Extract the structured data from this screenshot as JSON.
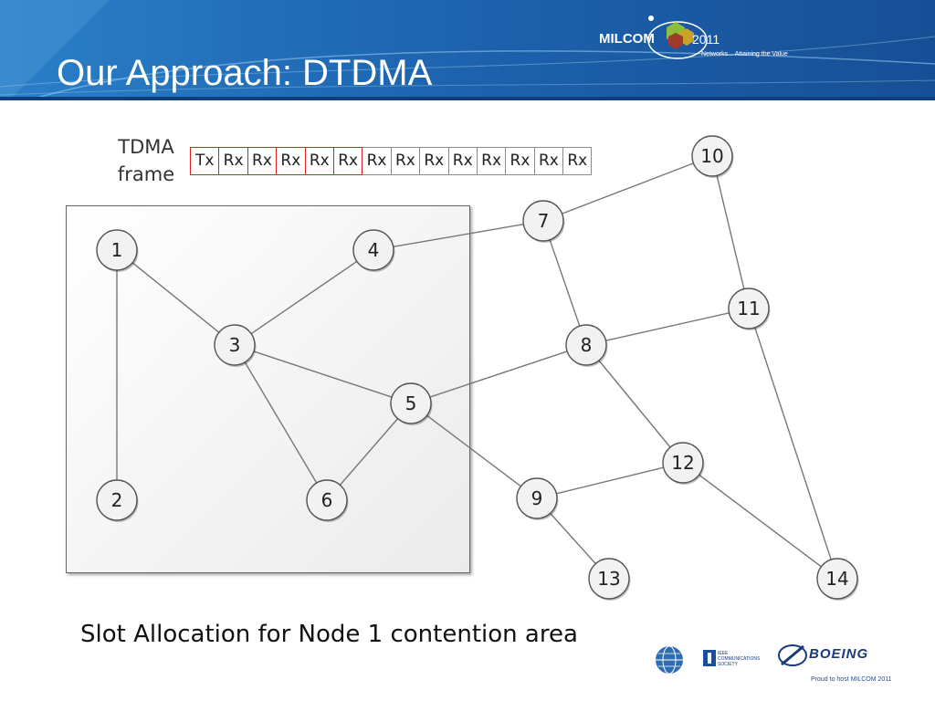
{
  "header": {
    "title": "Our Approach:  DTDMA",
    "milcom": "MILCOM",
    "milcom_year": "2011",
    "tagline": "Networks... Attaining the Value"
  },
  "frame": {
    "label_line1": "TDMA",
    "label_line2": "frame",
    "slots": [
      {
        "label": "Tx",
        "highlight": true
      },
      {
        "label": "Rx",
        "highlight": true
      },
      {
        "label": "Rx",
        "highlight": true
      },
      {
        "label": "Rx",
        "highlight": true
      },
      {
        "label": "Rx",
        "highlight": true
      },
      {
        "label": "Rx",
        "highlight": true
      },
      {
        "label": "Rx",
        "highlight": false
      },
      {
        "label": "Rx",
        "highlight": false
      },
      {
        "label": "Rx",
        "highlight": false
      },
      {
        "label": "Rx",
        "highlight": false
      },
      {
        "label": "Rx",
        "highlight": false
      },
      {
        "label": "Rx",
        "highlight": false
      },
      {
        "label": "Rx",
        "highlight": false
      },
      {
        "label": "Rx",
        "highlight": false
      }
    ]
  },
  "graph": {
    "nodes": [
      "1",
      "2",
      "3",
      "4",
      "5",
      "6",
      "7",
      "8",
      "9",
      "10",
      "11",
      "12",
      "13",
      "14"
    ],
    "edges": [
      [
        "1",
        "2"
      ],
      [
        "1",
        "3"
      ],
      [
        "3",
        "4"
      ],
      [
        "3",
        "5"
      ],
      [
        "3",
        "6"
      ],
      [
        "6",
        "5"
      ],
      [
        "4",
        "7"
      ],
      [
        "7",
        "10"
      ],
      [
        "7",
        "8"
      ],
      [
        "10",
        "11"
      ],
      [
        "8",
        "11"
      ],
      [
        "5",
        "8"
      ],
      [
        "8",
        "12"
      ],
      [
        "5",
        "9"
      ],
      [
        "9",
        "12"
      ],
      [
        "9",
        "13"
      ],
      [
        "12",
        "14"
      ],
      [
        "11",
        "14"
      ]
    ]
  },
  "caption": "Slot Allocation for Node 1 contention area",
  "footer": {
    "ieee_text": "IEEE COMMUNICATIONS SOCIETY",
    "boeing": "BOEING",
    "proud": "Proud to host MILCOM 2011"
  },
  "colors": {
    "header_blue": "#1a5fa8",
    "slot_highlight": "#e02020"
  }
}
